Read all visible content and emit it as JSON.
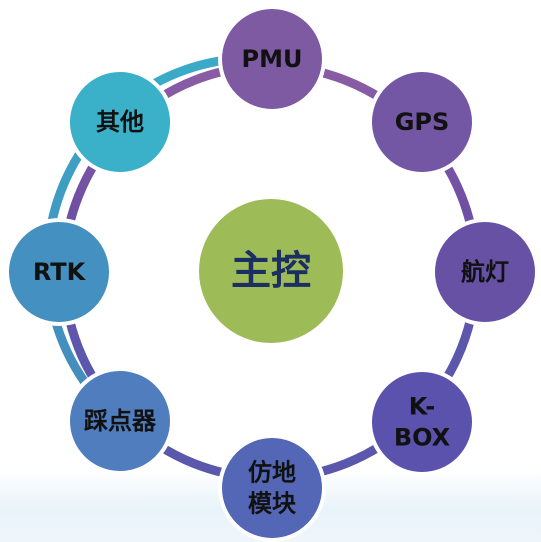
{
  "center": {
    "label": "主控",
    "color": "#9dbb57"
  },
  "ring_colors": {
    "top": "#8b5da5",
    "right": "#6f4fa3",
    "bottom": "#5a57ad",
    "left": "#4688bd",
    "upper_left": "#3aaac6"
  },
  "nodes": [
    {
      "id": "pmu",
      "lines": [
        "PMU"
      ],
      "color": "#7e5aa3"
    },
    {
      "id": "gps",
      "lines": [
        "GPS"
      ],
      "color": "#7356a4"
    },
    {
      "id": "hangdeng",
      "lines": [
        "航灯"
      ],
      "color": "#6651a4"
    },
    {
      "id": "kbox",
      "lines": [
        "K-",
        "BOX"
      ],
      "color": "#5a52ad"
    },
    {
      "id": "fangdi",
      "lines": [
        "仿地",
        "模块"
      ],
      "color": "#5467b6"
    },
    {
      "id": "caidianqi",
      "lines": [
        "踩点器"
      ],
      "color": "#4f7dbd"
    },
    {
      "id": "rtk",
      "lines": [
        "RTK"
      ],
      "color": "#4491c1"
    },
    {
      "id": "qita",
      "lines": [
        "其他"
      ],
      "color": "#3ab0c9"
    }
  ]
}
